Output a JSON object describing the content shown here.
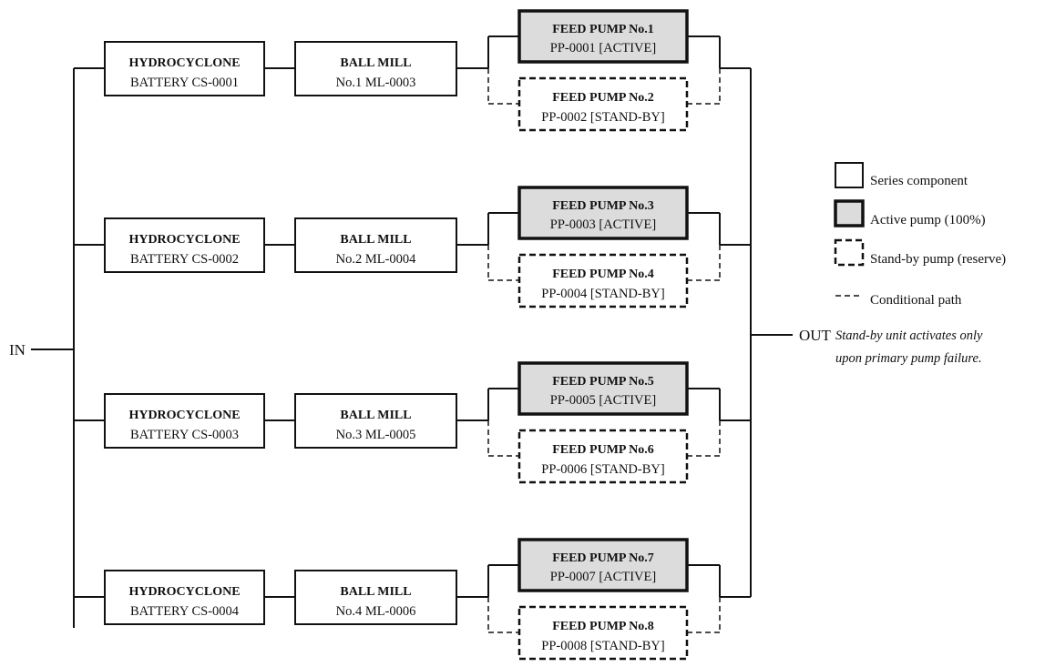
{
  "input_label": "IN",
  "output_label": "OUT",
  "lines": [
    {
      "hydrocyclone": {
        "title": "HYDROCYCLONE",
        "tag": "BATTERY CS-0001"
      },
      "ball_mill": {
        "title": "BALL MILL",
        "tag": "No.1 ML-0003"
      },
      "active_pump": {
        "title": "FEED PUMP No.1",
        "tag": "PP-0001 [ACTIVE]"
      },
      "standby_pump": {
        "title": "FEED PUMP No.2",
        "tag": "PP-0002 [STAND-BY]"
      }
    },
    {
      "hydrocyclone": {
        "title": "HYDROCYCLONE",
        "tag": "BATTERY CS-0002"
      },
      "ball_mill": {
        "title": "BALL MILL",
        "tag": "No.2 ML-0004"
      },
      "active_pump": {
        "title": "FEED PUMP No.3",
        "tag": "PP-0003 [ACTIVE]"
      },
      "standby_pump": {
        "title": "FEED PUMP No.4",
        "tag": "PP-0004 [STAND-BY]"
      }
    },
    {
      "hydrocyclone": {
        "title": "HYDROCYCLONE",
        "tag": "BATTERY CS-0003"
      },
      "ball_mill": {
        "title": "BALL MILL",
        "tag": "No.3 ML-0005"
      },
      "active_pump": {
        "title": "FEED PUMP No.5",
        "tag": "PP-0005 [ACTIVE]"
      },
      "standby_pump": {
        "title": "FEED PUMP No.6",
        "tag": "PP-0006 [STAND-BY]"
      }
    },
    {
      "hydrocyclone": {
        "title": "HYDROCYCLONE",
        "tag": "BATTERY CS-0004"
      },
      "ball_mill": {
        "title": "BALL MILL",
        "tag": "No.4 ML-0006"
      },
      "active_pump": {
        "title": "FEED PUMP No.7",
        "tag": "PP-0007 [ACTIVE]"
      },
      "standby_pump": {
        "title": "FEED PUMP No.8",
        "tag": "PP-0008 [STAND-BY]"
      }
    }
  ],
  "legend": {
    "series": "Series component",
    "active": "Active pump (100%)",
    "standby": "Stand-by pump (reserve)",
    "conditional": "Conditional path"
  },
  "note": {
    "line1": "Stand-by unit activates only",
    "line2": "upon primary pump failure."
  },
  "colors": {
    "line": "#111111",
    "active_fill": "#dcdcdc",
    "background": "#ffffff"
  }
}
